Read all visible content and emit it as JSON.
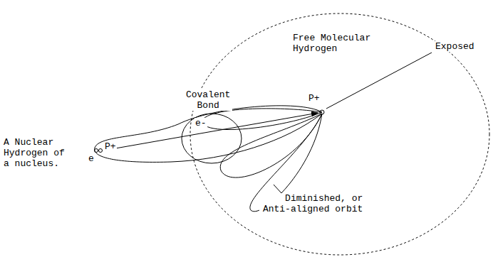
{
  "diagram": {
    "labels": [
      "Free Molecular Hydrogen",
      "Exposed",
      "Covalent Bond",
      "A Nuclear Hydrogen of a nucleus.",
      "P+",
      "e",
      "e-",
      "P+",
      "Diminished, or Anti-aligned orbit"
    ]
  }
}
